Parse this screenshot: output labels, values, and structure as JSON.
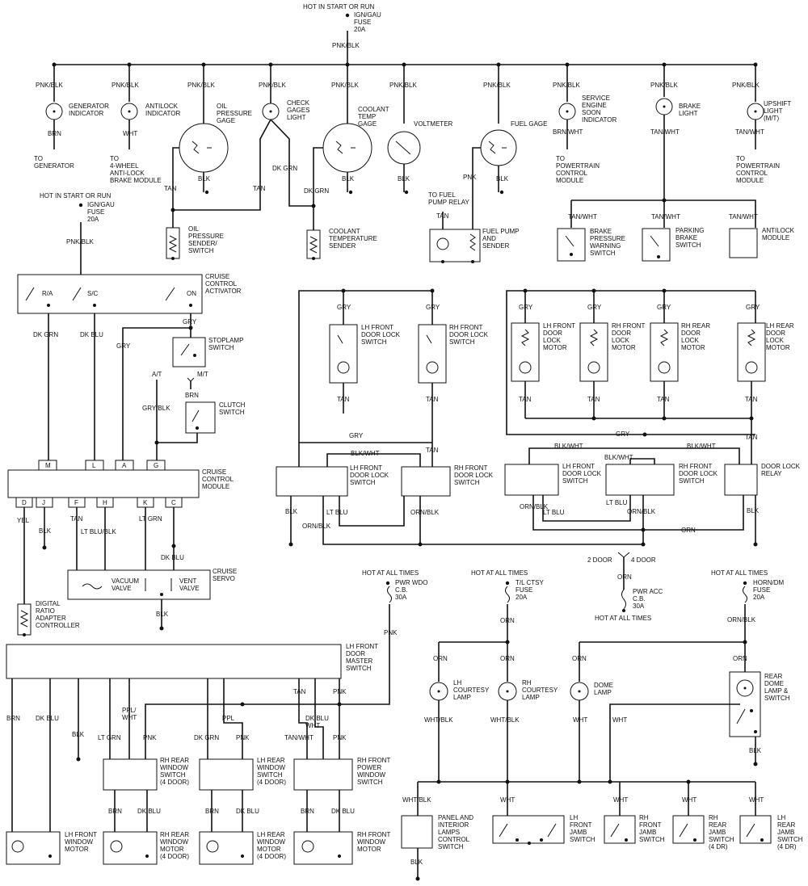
{
  "labels": {
    "hot_start_run_top": "HOT IN START OR RUN",
    "fuse_top": [
      "IGN/GAU",
      "FUSE",
      "20A"
    ],
    "pnk_blk_main": "PNK/BLK",
    "pnk_blk": "PNK/BLK",
    "gen_ind": [
      "GENERATOR",
      "INDICATOR"
    ],
    "brn": "BRN",
    "to_generator": [
      "TO",
      "GENERATOR"
    ],
    "antilock_ind": [
      "ANTILOCK",
      "INDICATOR"
    ],
    "wht": "WHT",
    "to_abs": [
      "TO",
      "4-WHEEL",
      "ANTI-LOCK",
      "BRAKE MODULE"
    ],
    "oil_gage": [
      "OIL",
      "PRESSURE",
      "GAGE"
    ],
    "check_gages": [
      "CHECK",
      "GAGES",
      "LIGHT"
    ],
    "coolant_gage": [
      "COOLANT",
      "TEMP",
      "GAGE"
    ],
    "voltmeter": "VOLTMETER",
    "fuel_gage": "FUEL GAGE",
    "ses": [
      "SERVICE",
      "ENGINE",
      "SOON",
      "INDICATOR"
    ],
    "brn_wht": "BRN/WHT",
    "to_pcm": [
      "TO",
      "POWERTRAIN",
      "CONTROL",
      "MODULE"
    ],
    "brake_light": [
      "BRAKE",
      "LIGHT"
    ],
    "tan_wht": "TAN/WHT",
    "upshift": [
      "UPSHIFT",
      "LIGHT",
      "(M/T)"
    ],
    "blk": "BLK",
    "tan": "TAN",
    "dk_grn": "DK GRN",
    "pnk": "PNK",
    "to_fuel_relay": [
      "TO FUEL",
      "PUMP RELAY"
    ],
    "oil_sender": [
      "OIL",
      "PRESSURE",
      "SENDER/",
      "SWITCH"
    ],
    "coolant_sender": [
      "COOLANT",
      "TEMPERATURE",
      "SENDER"
    ],
    "fuel_pump_sender": [
      "FUEL PUMP",
      "AND",
      "SENDER"
    ],
    "brake_warn_sw": [
      "BRAKE",
      "PRESSURE",
      "WARNING",
      "SWITCH"
    ],
    "parking_brake_sw": [
      "PARKING",
      "BRAKE",
      "SWITCH"
    ],
    "antilock_module": [
      "ANTILOCK",
      "MODULE"
    ],
    "hot_start_run_left": "HOT IN START OR RUN",
    "fuse_left": [
      "IGN/GAU",
      "FUSE",
      "20A"
    ],
    "cruise_activator": [
      "CRUISE",
      "CONTROL",
      "ACTIVATOR"
    ],
    "ra": "R/A",
    "sc": "S/C",
    "on": "ON",
    "gry": "GRY",
    "stoplamp_sw": [
      "STOPLAMP",
      "SWITCH"
    ],
    "at": "A/T",
    "mt": "M/T",
    "gry_blk": "GRY/BLK",
    "clutch_sw": [
      "CLUTCH",
      "SWITCH"
    ],
    "dk_blu": "DK BLU",
    "cruise_module": [
      "CRUISE",
      "CONTROL",
      "MODULE"
    ],
    "pins_top": [
      "M",
      "L",
      "A",
      "G"
    ],
    "pins_bottom": [
      "D",
      "J",
      "F",
      "H",
      "K",
      "C"
    ],
    "yel": "YEL",
    "lt_blu_blk": "LT BLU/BLK",
    "lt_grn": "LT GRN",
    "vacuum_valve": [
      "VACUUM",
      "VALVE"
    ],
    "vent_valve": [
      "VENT",
      "VALVE"
    ],
    "cruise_servo": [
      "CRUISE",
      "SERVO"
    ],
    "digital_ratio": [
      "DIGITAL",
      "RATIO",
      "ADAPTER",
      "CONTROLLER"
    ],
    "lh_door_lock_sw_upper": [
      "LH FRONT",
      "DOOR LOCK",
      "SWITCH"
    ],
    "rh_door_lock_sw_upper": [
      "RH FRONT",
      "DOOR LOCK",
      "SWITCH"
    ],
    "blk_wht": "BLK/WHT",
    "lh_door_lock_sw": [
      "LH FRONT",
      "DOOR LOCK",
      "SWITCH"
    ],
    "rh_door_lock_sw": [
      "RH FRONT",
      "DOOR LOCK",
      "SWITCH"
    ],
    "lt_blu": "LT BLU",
    "orn_blk": "ORN/BLK",
    "lh_front_motor": [
      "LH FRONT",
      "DOOR",
      "LOCK",
      "MOTOR"
    ],
    "rh_front_motor": [
      "RH FRONT",
      "DOOR",
      "LOCK",
      "MOTOR"
    ],
    "rh_rear_motor": [
      "RH REAR",
      "DOOR",
      "LOCK",
      "MOTOR"
    ],
    "lh_rear_motor": [
      "LH REAR",
      "DOOR",
      "LOCK",
      "MOTOR"
    ],
    "door_lock_relay": [
      "DOOR LOCK",
      "RELAY"
    ],
    "orn": "ORN",
    "two_door": "2 DOOR",
    "four_door": "4 DOOR",
    "hot_all_times": "HOT AT ALL TIMES",
    "pwr_wdo_cb": [
      "PWR WDO",
      "C.B.",
      "30A"
    ],
    "tl_ctsy_fuse": [
      "T/L CTSY",
      "FUSE",
      "20A"
    ],
    "pwr_acc_cb": [
      "PWR ACC",
      "C.B.",
      "30A"
    ],
    "horn_dm_fuse": [
      "HORN/DM",
      "FUSE",
      "20A"
    ],
    "orn_blk2": "ORN/BLK",
    "master_switch": [
      "LH FRONT",
      "DOOR",
      "MASTER",
      "SWITCH"
    ],
    "ppl_wht": [
      "PPL/",
      "WHT"
    ],
    "ppl": "PPL",
    "dk_blu_wht": [
      "DK BLU",
      "WHT"
    ],
    "tan_wht2": "TAN/WHT",
    "rh_rear_win_sw": [
      "RH REAR",
      "WINDOW",
      "SWITCH",
      "(4 DOOR)"
    ],
    "lh_rear_win_sw": [
      "LH REAR",
      "WINDOW",
      "SWITCH",
      "(4 DOOR)"
    ],
    "rh_front_pwr_sw": [
      "RH FRONT",
      "POWER",
      "WINDOW",
      "SWITCH"
    ],
    "lh_front_win_motor": [
      "LH FRONT",
      "WINDOW",
      "MOTOR"
    ],
    "rh_rear_win_motor": [
      "RH REAR",
      "WINDOW",
      "MOTOR",
      "(4 DOOR)"
    ],
    "lh_rear_win_motor": [
      "LH REAR",
      "WINDOW",
      "MOTOR",
      "(4 DOOR)"
    ],
    "rh_front_win_motor": [
      "RH FRONT",
      "WINDOW",
      "MOTOR"
    ],
    "lh_courtesy": [
      "LH",
      "COURTESY",
      "LAMP"
    ],
    "rh_courtesy": [
      "RH",
      "COURTESY",
      "LAMP"
    ],
    "dome_lamp": [
      "DOME",
      "LAMP"
    ],
    "rear_dome": [
      "REAR",
      "DOME",
      "LAMP &",
      "SWITCH"
    ],
    "wht_blk": "WHT/BLK",
    "panel_lamps": [
      "PANEL AND",
      "INTERIOR",
      "LAMPS",
      "CONTROL",
      "SWITCH"
    ],
    "lh_jamb": [
      "LH",
      "FRONT",
      "JAMB",
      "SWITCH"
    ],
    "rh_jamb": [
      "RH",
      "FRONT",
      "JAMB",
      "SWITCH"
    ],
    "rh_rear_jamb": [
      "RH",
      "REAR",
      "JAMB",
      "SWITCH",
      "(4 DR)"
    ],
    "lh_rear_jamb": [
      "LH",
      "REAR",
      "JAMB",
      "SWITCH",
      "(4 DR)"
    ]
  }
}
